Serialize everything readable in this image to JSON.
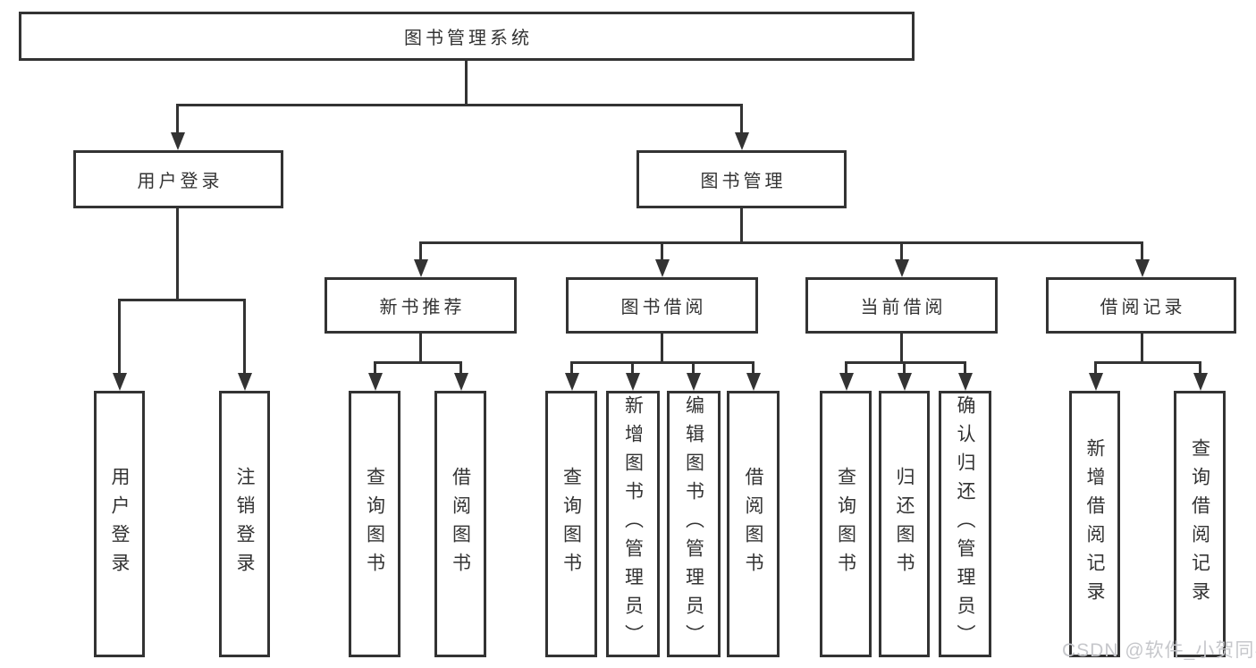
{
  "diagram": {
    "root": {
      "label": "图书管理系统"
    },
    "branches": [
      {
        "label": "用户登录",
        "children": [
          {
            "label": "用户登录"
          },
          {
            "label": "注销登录"
          }
        ]
      },
      {
        "label": "图书管理",
        "children": [
          {
            "label": "新书推荐",
            "children": [
              {
                "label": "查询图书"
              },
              {
                "label": "借阅图书"
              }
            ]
          },
          {
            "label": "图书借阅",
            "children": [
              {
                "label": "查询图书"
              },
              {
                "label": "新增图书（管理员）"
              },
              {
                "label": "编辑图书（管理员）"
              },
              {
                "label": "借阅图书"
              }
            ]
          },
          {
            "label": "当前借阅",
            "children": [
              {
                "label": "查询图书"
              },
              {
                "label": "归还图书"
              },
              {
                "label": "确认归还（管理员）"
              }
            ]
          },
          {
            "label": "借阅记录",
            "children": [
              {
                "label": "新增借阅记录"
              },
              {
                "label": "查询借阅记录"
              }
            ]
          }
        ]
      }
    ]
  },
  "watermark": {
    "text": "CSDN @软件_小贺同学"
  },
  "colors": {
    "line": "#333333",
    "text": "#333333",
    "watermark": "#c6c7cb",
    "background": "#ffffff"
  }
}
